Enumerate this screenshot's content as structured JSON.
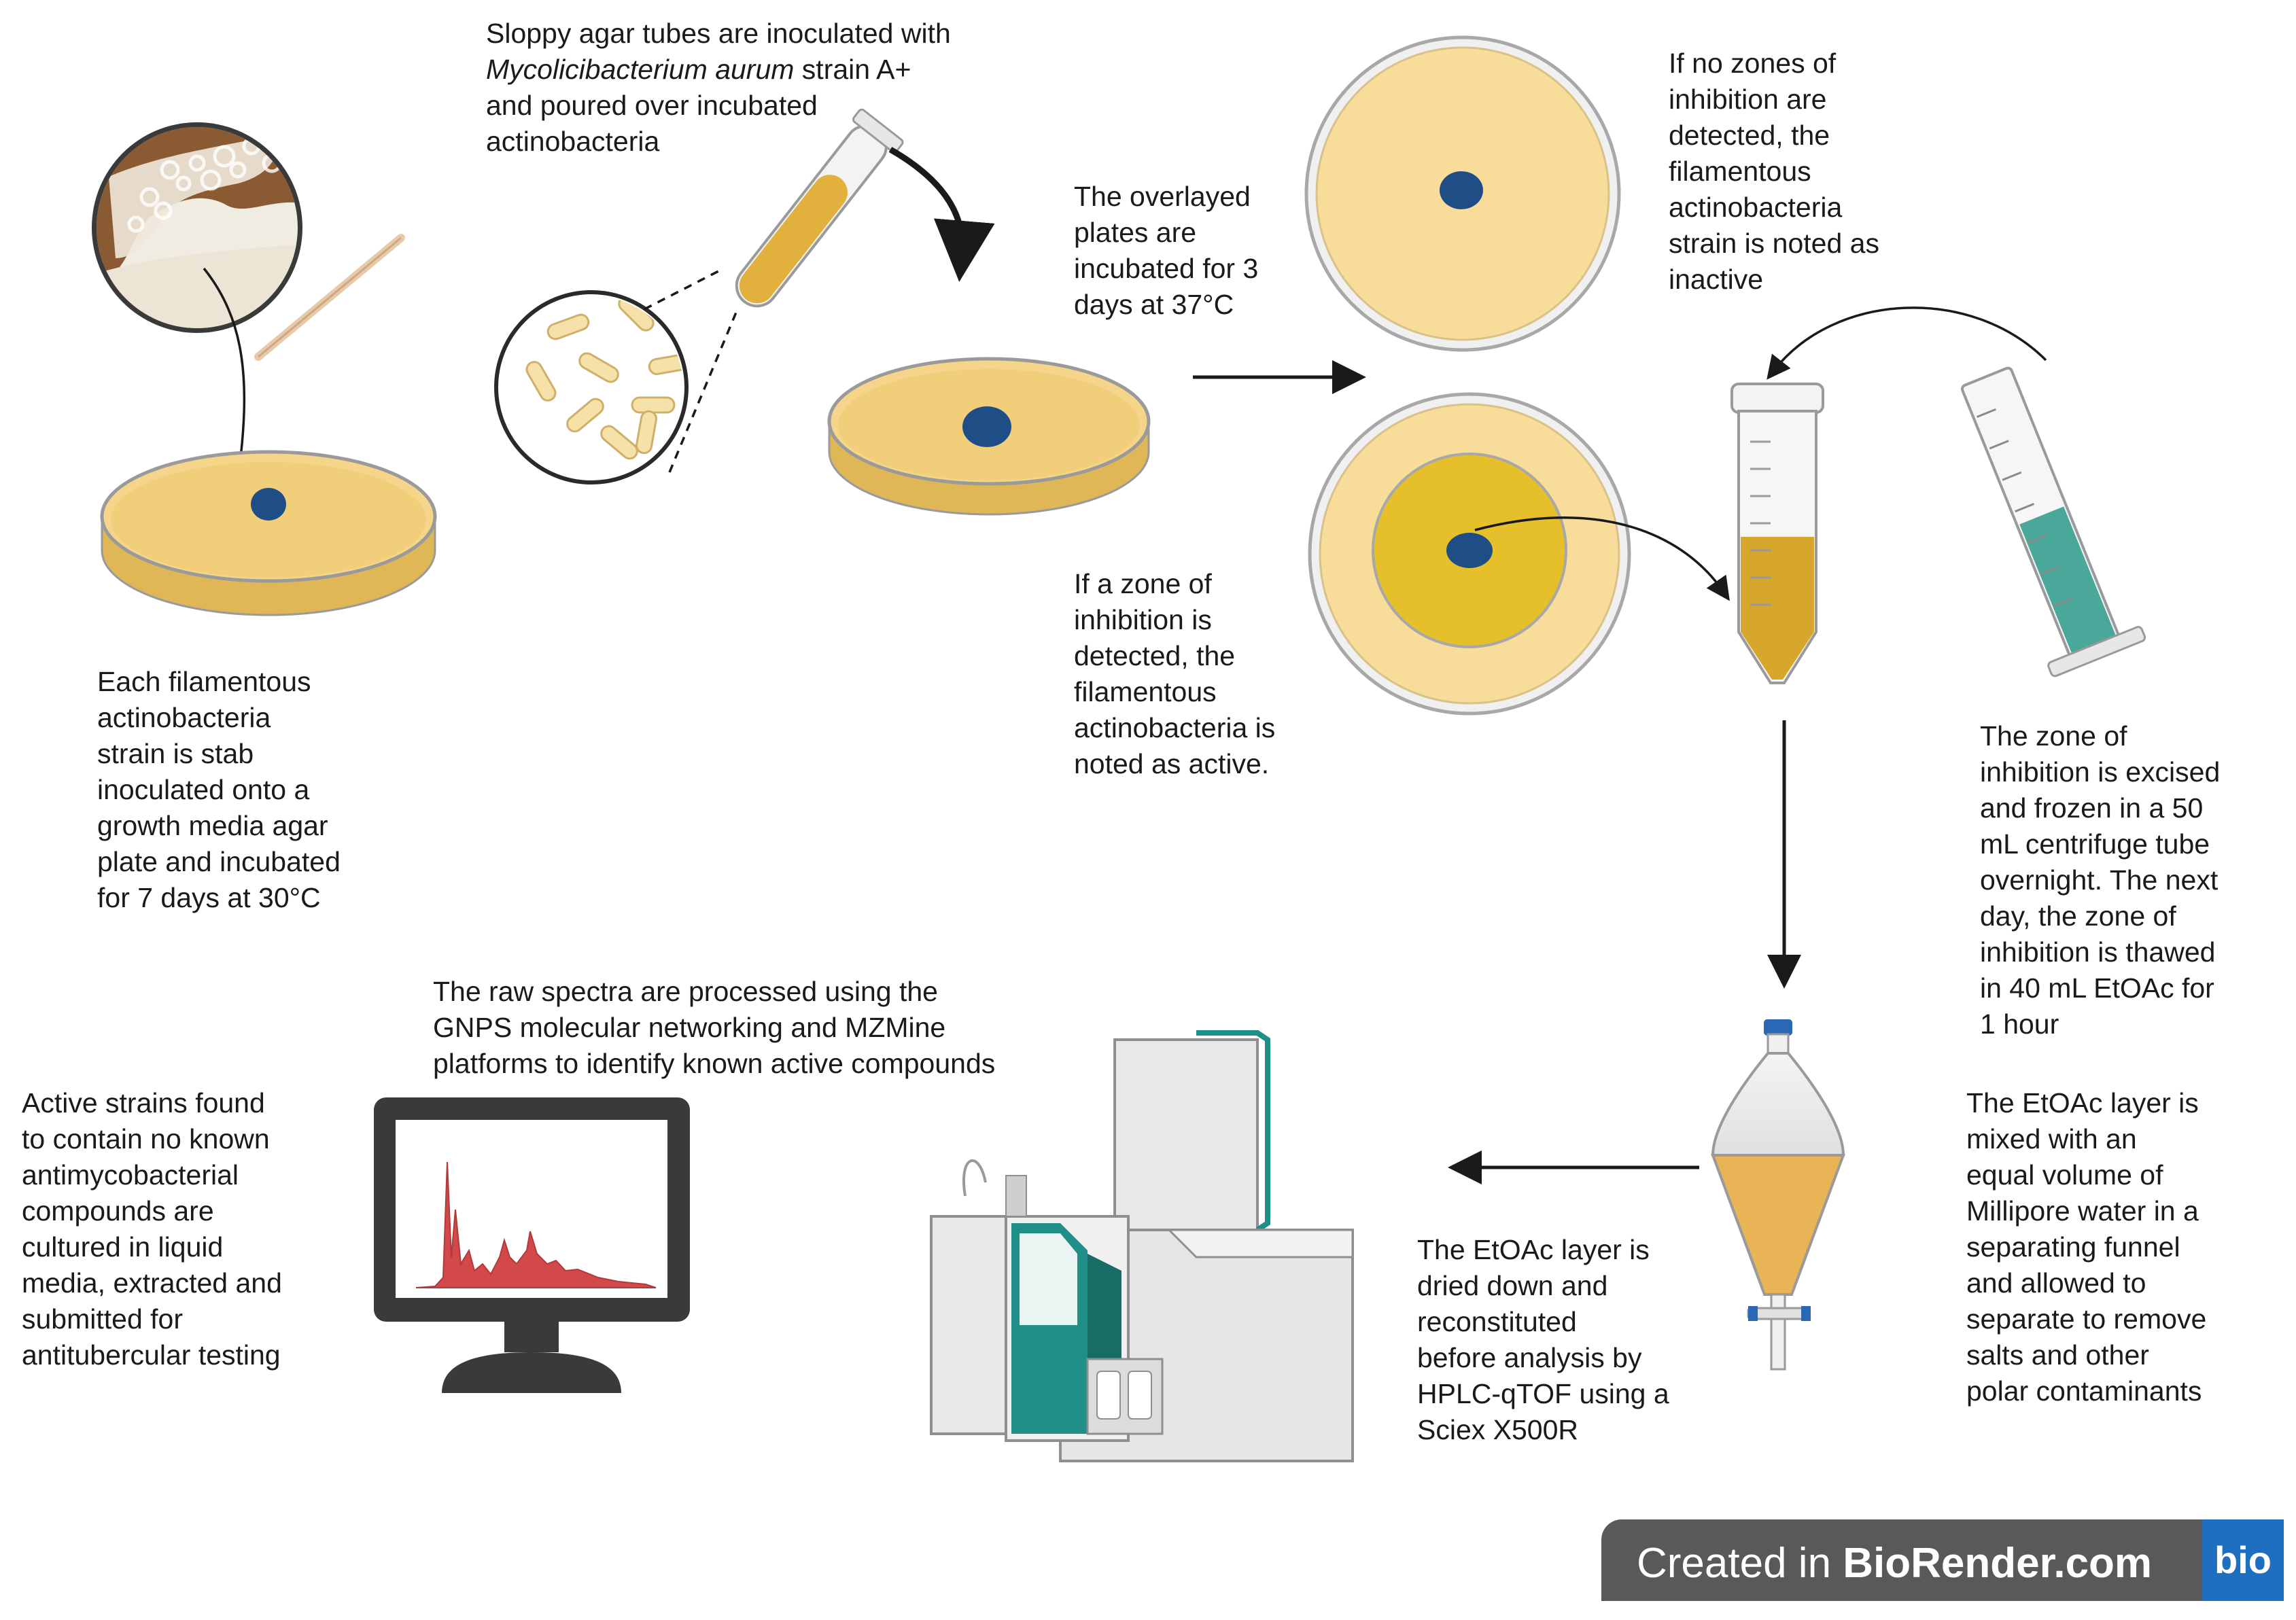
{
  "steps": {
    "step1": [
      "Each filamentous",
      "actinobacteria",
      "strain is stab",
      "inoculated onto a",
      "growth media agar",
      "plate and incubated",
      "for 7 days at 30°C"
    ],
    "step2": {
      "line1": "Sloppy agar tubes are inoculated with",
      "line2_italic": "Mycolicibacterium aurum",
      "line2_rest": " strain A+",
      "line3": "and poured over incubated",
      "line4": "actinobacteria"
    },
    "step3": [
      "The overlayed",
      "plates are",
      "incubated for 3",
      "days at 37°C"
    ],
    "inactive": [
      "If no zones of",
      "inhibition are",
      "detected, the",
      "filamentous",
      "actinobacteria",
      "strain is noted as",
      "inactive"
    ],
    "active": [
      "If a zone of",
      "inhibition is",
      "detected, the",
      "filamentous",
      "actinobacteria is",
      "noted as active."
    ],
    "excise": [
      "The zone of",
      "inhibition is excised",
      "and frozen in a 50",
      "mL centrifuge tube",
      "overnight. The next",
      "day, the zone of",
      "inhibition is thawed",
      "in 40 mL EtOAc for",
      "1 hour"
    ],
    "separate": [
      "The EtOAc layer is",
      "mixed with an",
      "equal volume of",
      "Millipore water in a",
      "separating funnel",
      "and allowed to",
      "separate to remove",
      "salts and other",
      "polar contaminants"
    ],
    "dry": [
      "The EtOAc layer is",
      "dried down and",
      "reconstituted",
      "before analysis by",
      "HPLC-qTOF using a",
      "Sciex X500R"
    ],
    "spectra": [
      "The raw spectra are processed using the",
      "GNPS molecular networking and MZMine",
      "platforms to identify known active compounds"
    ],
    "final": [
      "Active strains found",
      "to contain no known",
      "antimycobacterial",
      "compounds are",
      "cultured in liquid",
      "media, extracted and",
      "submitted for",
      "antitubercular testing"
    ]
  },
  "badge": {
    "prefix": "Created in ",
    "brand": "BioRender.com",
    "logo": "bio"
  },
  "icons": [
    "petri-dish-icon",
    "toothpick-icon",
    "bacteria-magnified-icon",
    "test-tube-icon",
    "centrifuge-tube-icon",
    "graduated-cylinder-icon",
    "separating-funnel-icon",
    "mass-spectrometer-icon",
    "computer-monitor-icon",
    "spectrum-chart-icon"
  ],
  "colors": {
    "agar": "#f4d58a",
    "agar_dark": "#e2b652",
    "colony": "#1f4e86",
    "zone": "#e6c02a",
    "teal": "#1f8f87",
    "spectrum": "#d34848",
    "monitor": "#3a3a3a",
    "badge_bg": "#595959",
    "badge_logo": "#1f6fc0"
  }
}
